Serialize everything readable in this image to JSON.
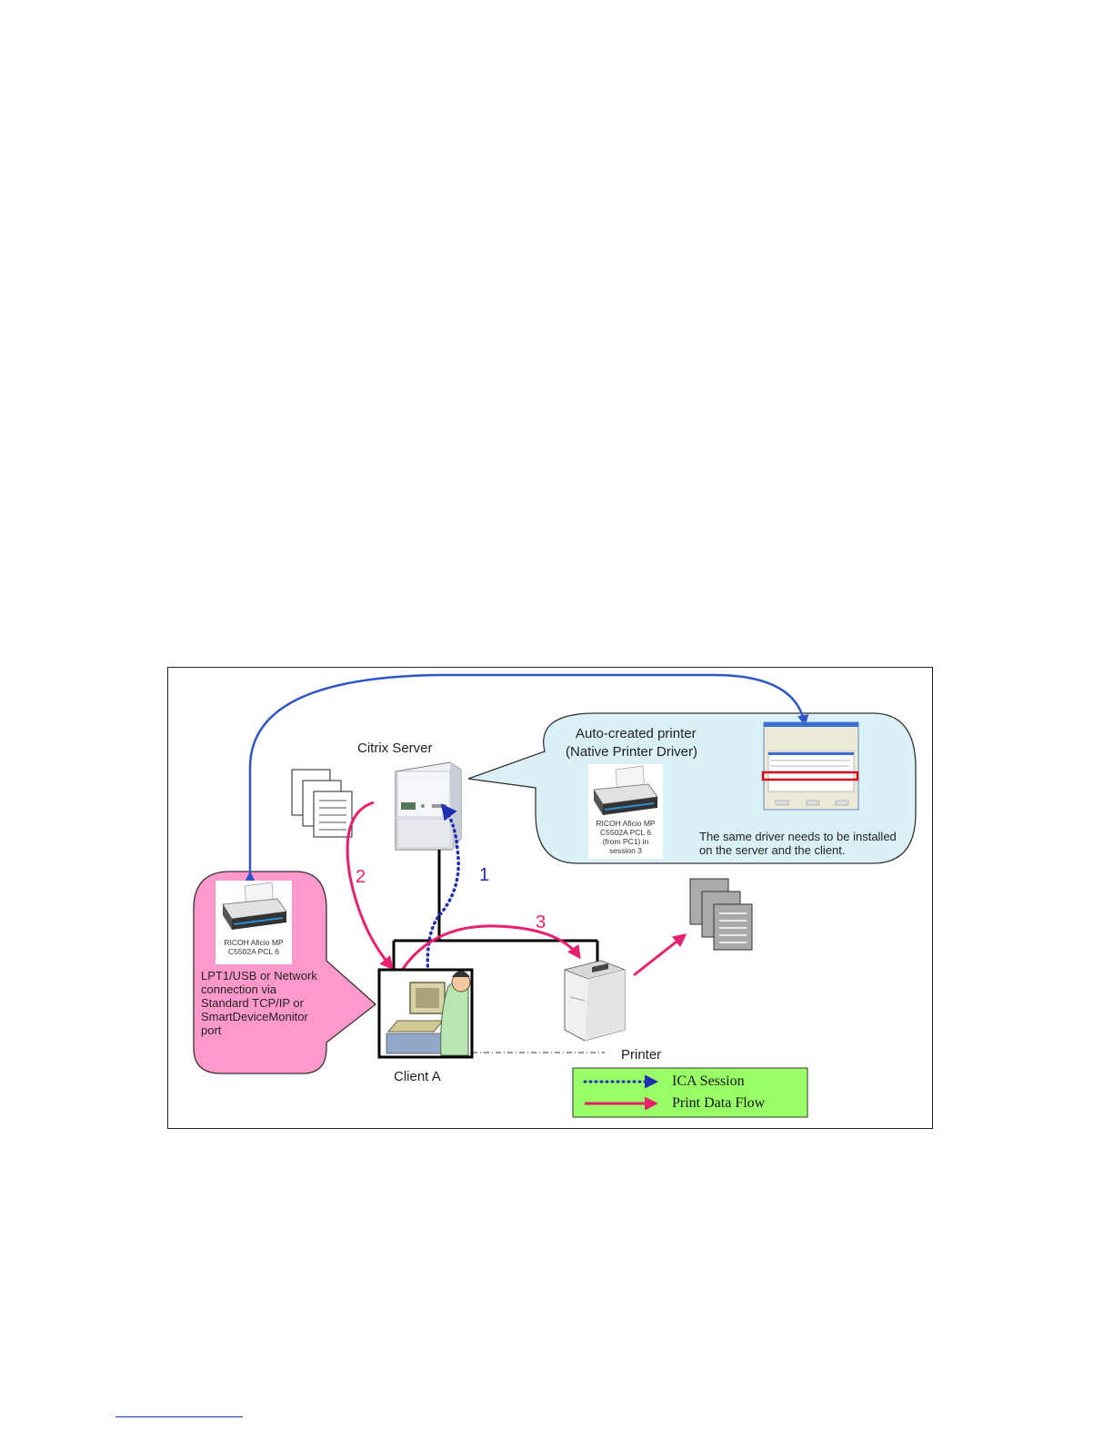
{
  "diagram": {
    "server_label": "Citrix Server",
    "client_label": "Client A",
    "printer_label": "Printer",
    "server_callout": {
      "title_line1": "Auto-created printer",
      "title_line2": "(Native Printer Driver)",
      "printer_caption": [
        "RICOH Aficio MP",
        "C5502A PCL 6",
        "(from PC1) in",
        "session 3"
      ],
      "note_line1": "The same driver needs to be installed",
      "note_line2": "on the server and the client."
    },
    "client_callout": {
      "printer_caption": [
        "RICOH Aficio MP",
        "C5502A PCL 6"
      ],
      "text_lines": [
        "LPT1/USB or Network",
        "connection via",
        "Standard TCP/IP or",
        "SmartDeviceMonitor",
        "port"
      ]
    },
    "steps": [
      "1",
      "2",
      "3"
    ],
    "legend": {
      "items": [
        {
          "label": "ICA Session",
          "color": "#1f2fb0",
          "style": "dotted"
        },
        {
          "label": "Print Data Flow",
          "color": "#e8206e",
          "style": "solid"
        }
      ],
      "background": "#99ff66"
    },
    "colors": {
      "ica_session": "#1f2fb0",
      "print_flow": "#e8206e",
      "driver_link": "#2f55c8",
      "server_bubble": "#d9f1f7",
      "client_bubble": "#ff99cc"
    }
  }
}
